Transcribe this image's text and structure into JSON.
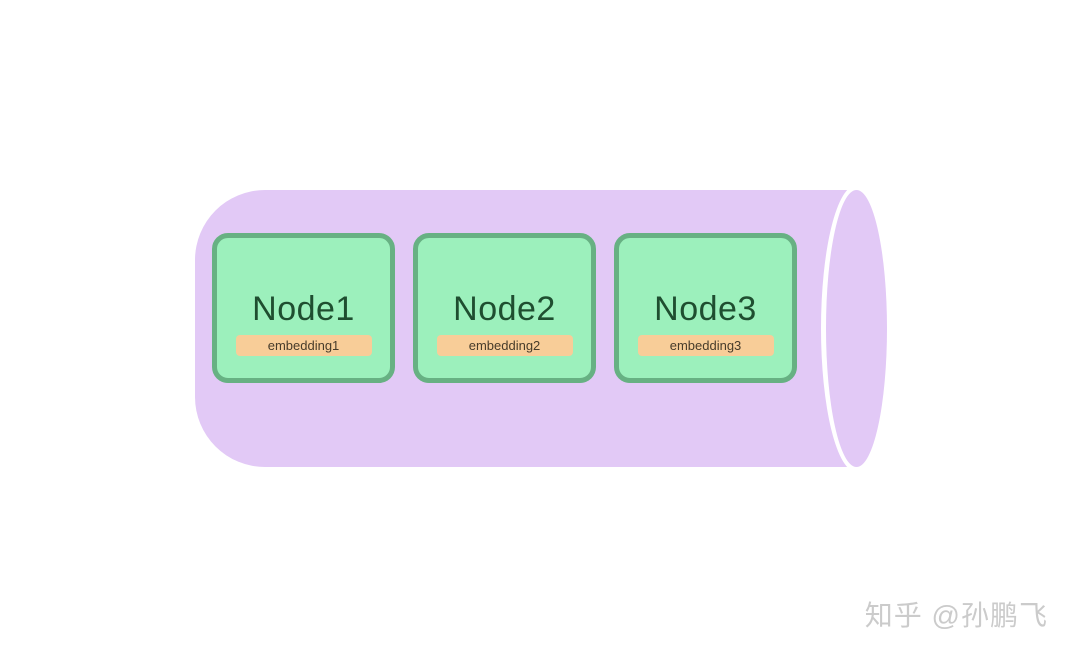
{
  "diagram": {
    "type": "database-cylinder-with-nodes",
    "nodes": [
      {
        "title": "Node1",
        "embedding": "embedding1"
      },
      {
        "title": "Node2",
        "embedding": "embedding2"
      },
      {
        "title": "Node3",
        "embedding": "embedding3"
      }
    ],
    "watermark": "知乎 @孙鹏飞",
    "colors": {
      "cylinder": "#e2c9f6",
      "node_fill": "#9cf0bc",
      "node_border": "#67b183",
      "node_text": "#1f4e30",
      "badge_fill": "#f8cd98",
      "badge_text": "#473c2b",
      "watermark_text": "#cbcbcb",
      "page_bg": "#ffffff"
    }
  }
}
